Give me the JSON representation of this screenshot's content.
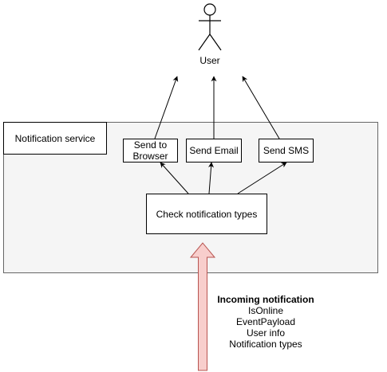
{
  "actor": {
    "label": "User",
    "icon": "stick-figure-icon"
  },
  "service": {
    "label": "Notification service"
  },
  "channels": [
    {
      "id": "browser",
      "label": "Send to\nBrowser"
    },
    {
      "id": "email",
      "label": "Send Email"
    },
    {
      "id": "sms",
      "label": "Send SMS"
    }
  ],
  "check": {
    "label": "Check notification types"
  },
  "incoming": {
    "title": "Incoming notification",
    "fields": [
      "IsOnline",
      "EventPayload",
      "User info",
      "Notification types"
    ]
  },
  "colors": {
    "container_fill": "#f5f5f5",
    "container_stroke": "#666666",
    "incoming_arrow_fill": "#f8cecc",
    "incoming_arrow_stroke": "#b85450"
  }
}
